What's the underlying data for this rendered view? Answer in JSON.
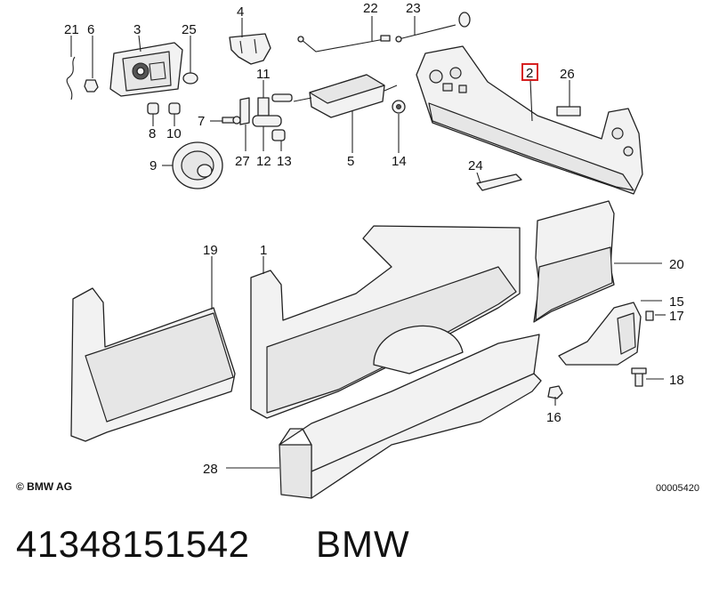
{
  "callouts": [
    {
      "id": "21",
      "label": "21"
    },
    {
      "id": "6",
      "label": "6"
    },
    {
      "id": "3",
      "label": "3"
    },
    {
      "id": "25",
      "label": "25"
    },
    {
      "id": "4",
      "label": "4"
    },
    {
      "id": "22",
      "label": "22"
    },
    {
      "id": "23",
      "label": "23"
    },
    {
      "id": "2",
      "label": "2",
      "highlighted": true
    },
    {
      "id": "26",
      "label": "26"
    },
    {
      "id": "11",
      "label": "11"
    },
    {
      "id": "7",
      "label": "7"
    },
    {
      "id": "8",
      "label": "8"
    },
    {
      "id": "10",
      "label": "10"
    },
    {
      "id": "27",
      "label": "27"
    },
    {
      "id": "12",
      "label": "12"
    },
    {
      "id": "13",
      "label": "13"
    },
    {
      "id": "5",
      "label": "5"
    },
    {
      "id": "14",
      "label": "14"
    },
    {
      "id": "9",
      "label": "9"
    },
    {
      "id": "24",
      "label": "24"
    },
    {
      "id": "19",
      "label": "19"
    },
    {
      "id": "1",
      "label": "1"
    },
    {
      "id": "20",
      "label": "20"
    },
    {
      "id": "15",
      "label": "15"
    },
    {
      "id": "17",
      "label": "17"
    },
    {
      "id": "18",
      "label": "18"
    },
    {
      "id": "16",
      "label": "16"
    },
    {
      "id": "28",
      "label": "28"
    }
  ],
  "colors": {
    "highlight": "#d62020",
    "ink": "#222222"
  },
  "footer": {
    "copyright": "© BMW AG",
    "drawing_id": "00005420",
    "part_number": "41348151542",
    "brand": "BMW"
  }
}
